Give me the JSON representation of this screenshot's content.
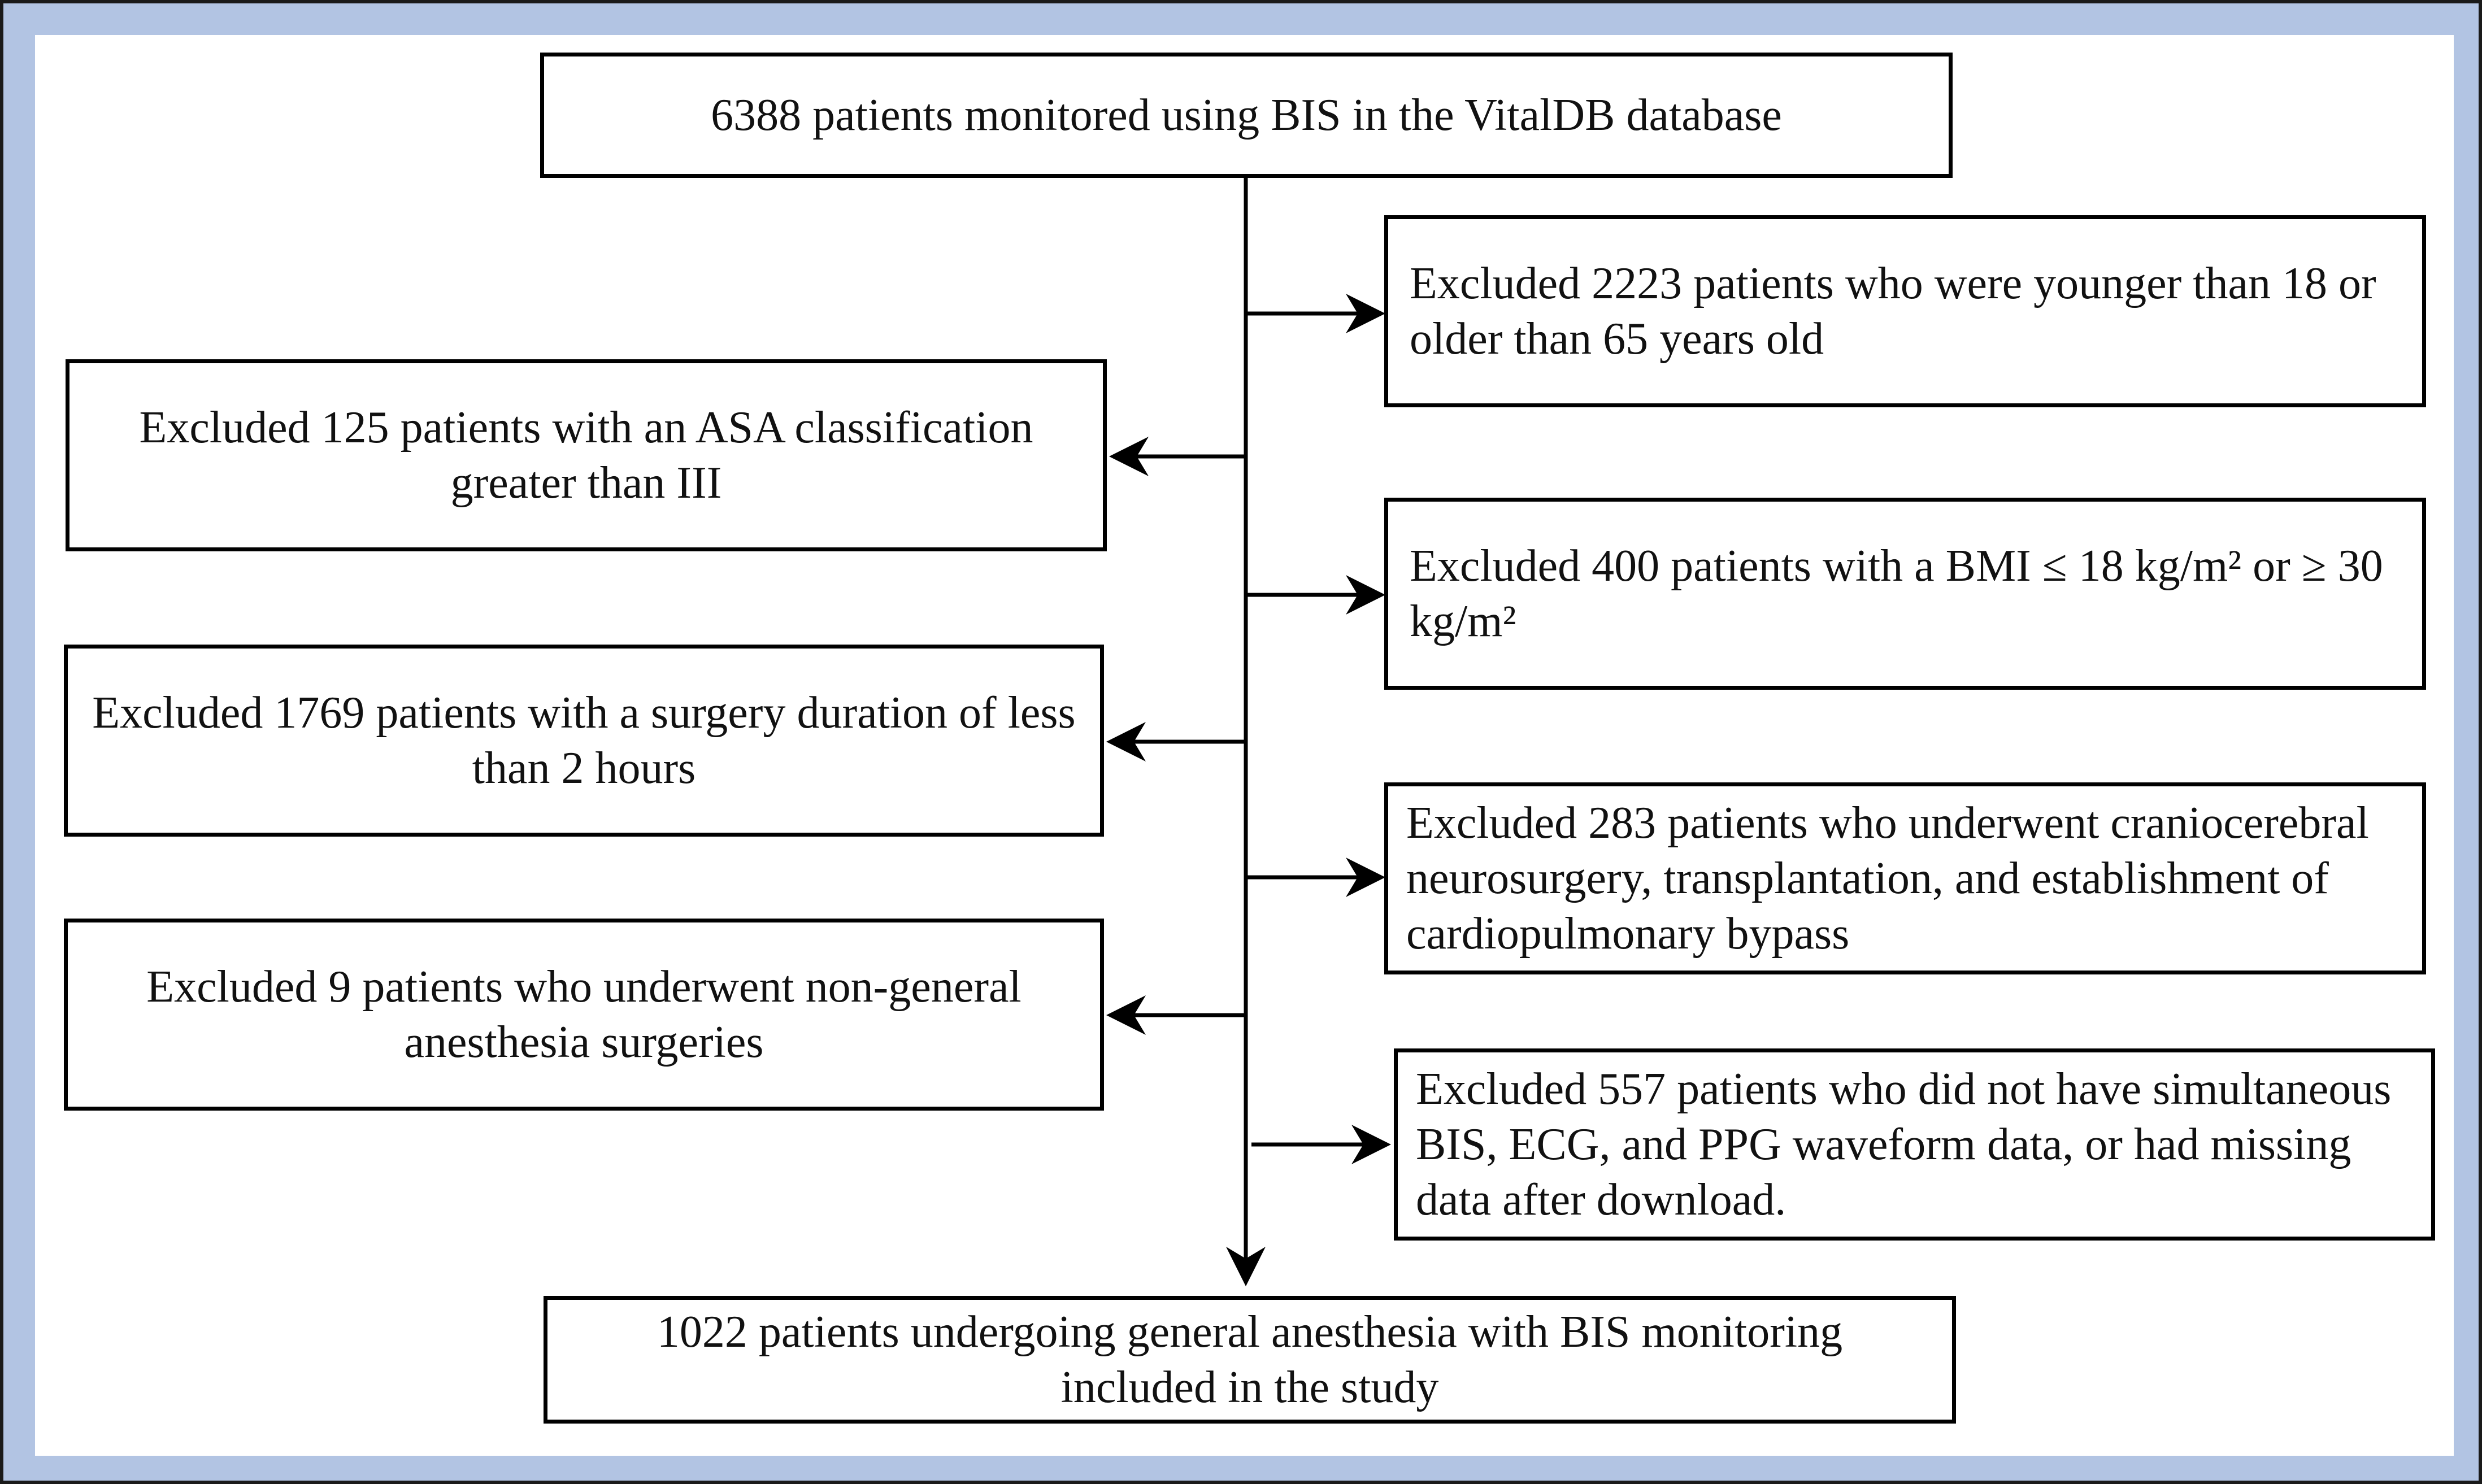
{
  "flowchart": {
    "top_box": "6388 patients monitored using BIS in the VitalDB database",
    "exclusions_right": [
      "Excluded 2223 patients who were younger than 18 or older than 65 years old",
      "Excluded 400 patients with a BMI ≤ 18 kg/m² or ≥ 30 kg/m²",
      "Excluded 283 patients who underwent craniocerebral neurosurgery, transplantation, and establishment of cardiopulmonary bypass",
      "Excluded 557 patients who did not have simultaneous BIS, ECG, and PPG waveform data, or had missing data after download."
    ],
    "exclusions_left": [
      "Excluded 125 patients with an ASA classification greater than III",
      "Excluded 1769 patients with a surgery duration of less than 2 hours",
      "Excluded 9 patients who underwent non-general anesthesia surgeries"
    ],
    "bottom_box": "1022 patients undergoing general anesthesia with BIS monitoring included in the study"
  },
  "colors": {
    "frame_fill": "#b2c4e3",
    "line": "#000000"
  }
}
